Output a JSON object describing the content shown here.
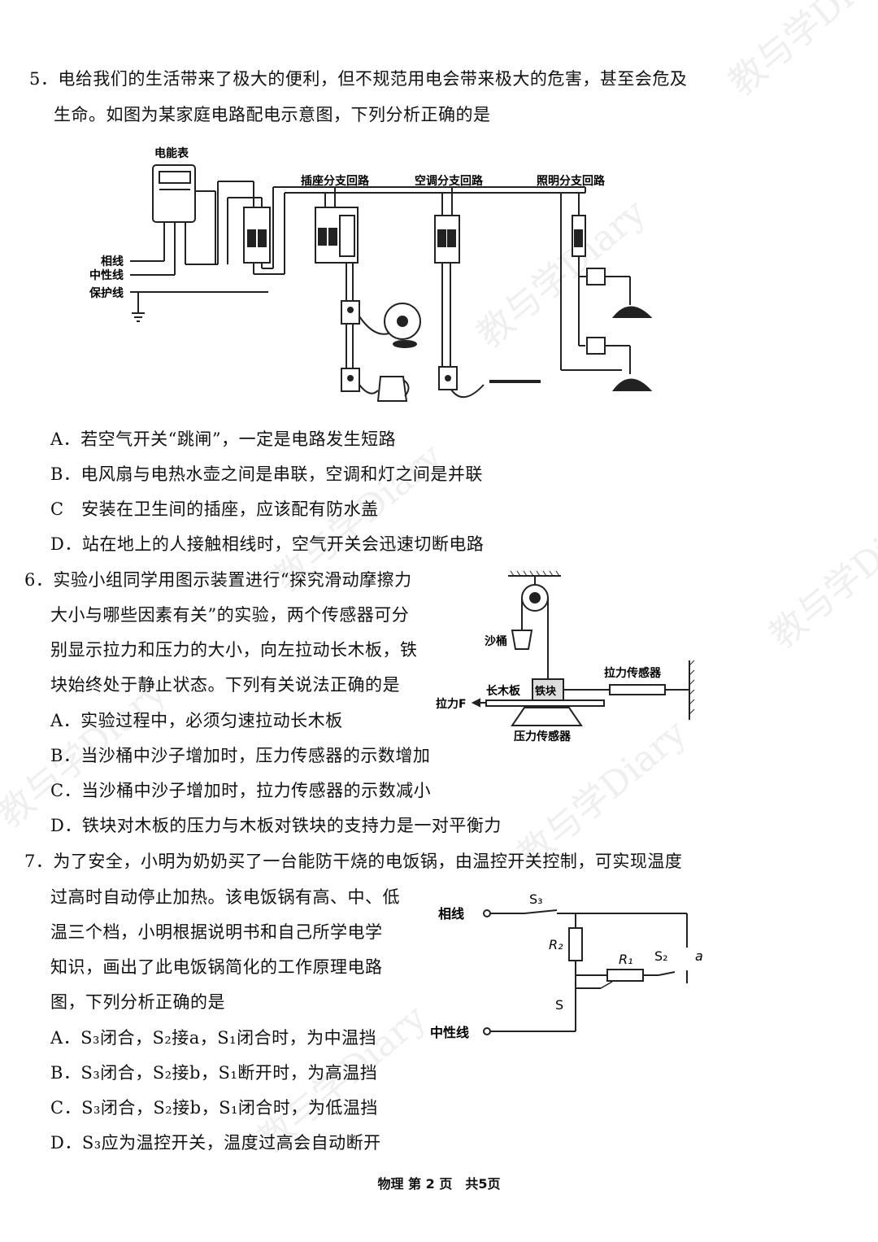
{
  "watermark": "教与学Diary",
  "q5": {
    "stem_line1": "5．电给我们的生活带来了极大的便利，但不规范用电会带来极大的危害，甚至会危及",
    "stem_line2": "生命。如图为某家庭电路配电示意图，下列分析正确的是",
    "figure": {
      "meter_label": "电能表",
      "socket_branch": "插座分支回路",
      "ac_branch": "空调分支回路",
      "light_branch": "照明分支回路",
      "live_wire": "相线",
      "neutral_wire": "中性线",
      "ground_wire": "保护线"
    },
    "options": [
      "A．若空气开关“跳闸”，一定是电路发生短路",
      "B．电风扇与电热水壶之间是串联，空调和灯之间是并联",
      "C　安装在卫生间的插座，应该配有防水盖",
      "D．站在地上的人接触相线时，空气开关会迅速切断电路"
    ]
  },
  "q6": {
    "stem_lines": [
      "6．实验小组同学用图示装置进行“探究滑动摩擦力",
      "大小与哪些因素有关”的实验，两个传感器可分",
      "别显示拉力和压力的大小，向左拉动长木板，铁",
      "块始终处于静止状态。下列有关说法正确的是"
    ],
    "figure": {
      "sand_bucket": "沙桶",
      "tension_sensor": "拉力传感器",
      "board": "长木板",
      "iron_block": "铁块",
      "pull_force": "拉力F",
      "pressure_sensor": "压力传感器"
    },
    "options": [
      "A．实验过程中，必须匀速拉动长木板",
      "B．当沙桶中沙子增加时，压力传感器的示数增加",
      "C．当沙桶中沙子增加时，拉力传感器的示数减小",
      "D．铁块对木板的压力与木板对铁块的支持力是一对平衡力"
    ]
  },
  "q7": {
    "stem_line1": "7．为了安全，小明为奶奶买了一台能防干烧的电饭锅，由温控开关控制，可实现温度",
    "stem_lines": [
      "过高时自动停止加热。该电饭锅有高、中、低",
      "温三个档，小明根据说明书和自己所学电学",
      "知识，画出了此电饭锅简化的工作原理电路",
      "图，下列分析正确的是"
    ],
    "figure": {
      "live_wire": "相线",
      "neutral_wire": "中性线",
      "s3": "S₃",
      "r2": "R₂",
      "r1": "R₁",
      "s2": "S₂",
      "a": "a",
      "s": "S"
    },
    "options": [
      "A．S₃闭合，S₂接a，S₁闭合时，为中温挡",
      "B．S₃闭合，S₂接b，S₁断开时，为高温挡",
      "C．S₃闭合，S₂接b，S₁闭合时，为低温挡",
      "D．S₃应为温控开关，温度过高会自动断开"
    ]
  },
  "footer": "物理 第 2 页　共5页"
}
